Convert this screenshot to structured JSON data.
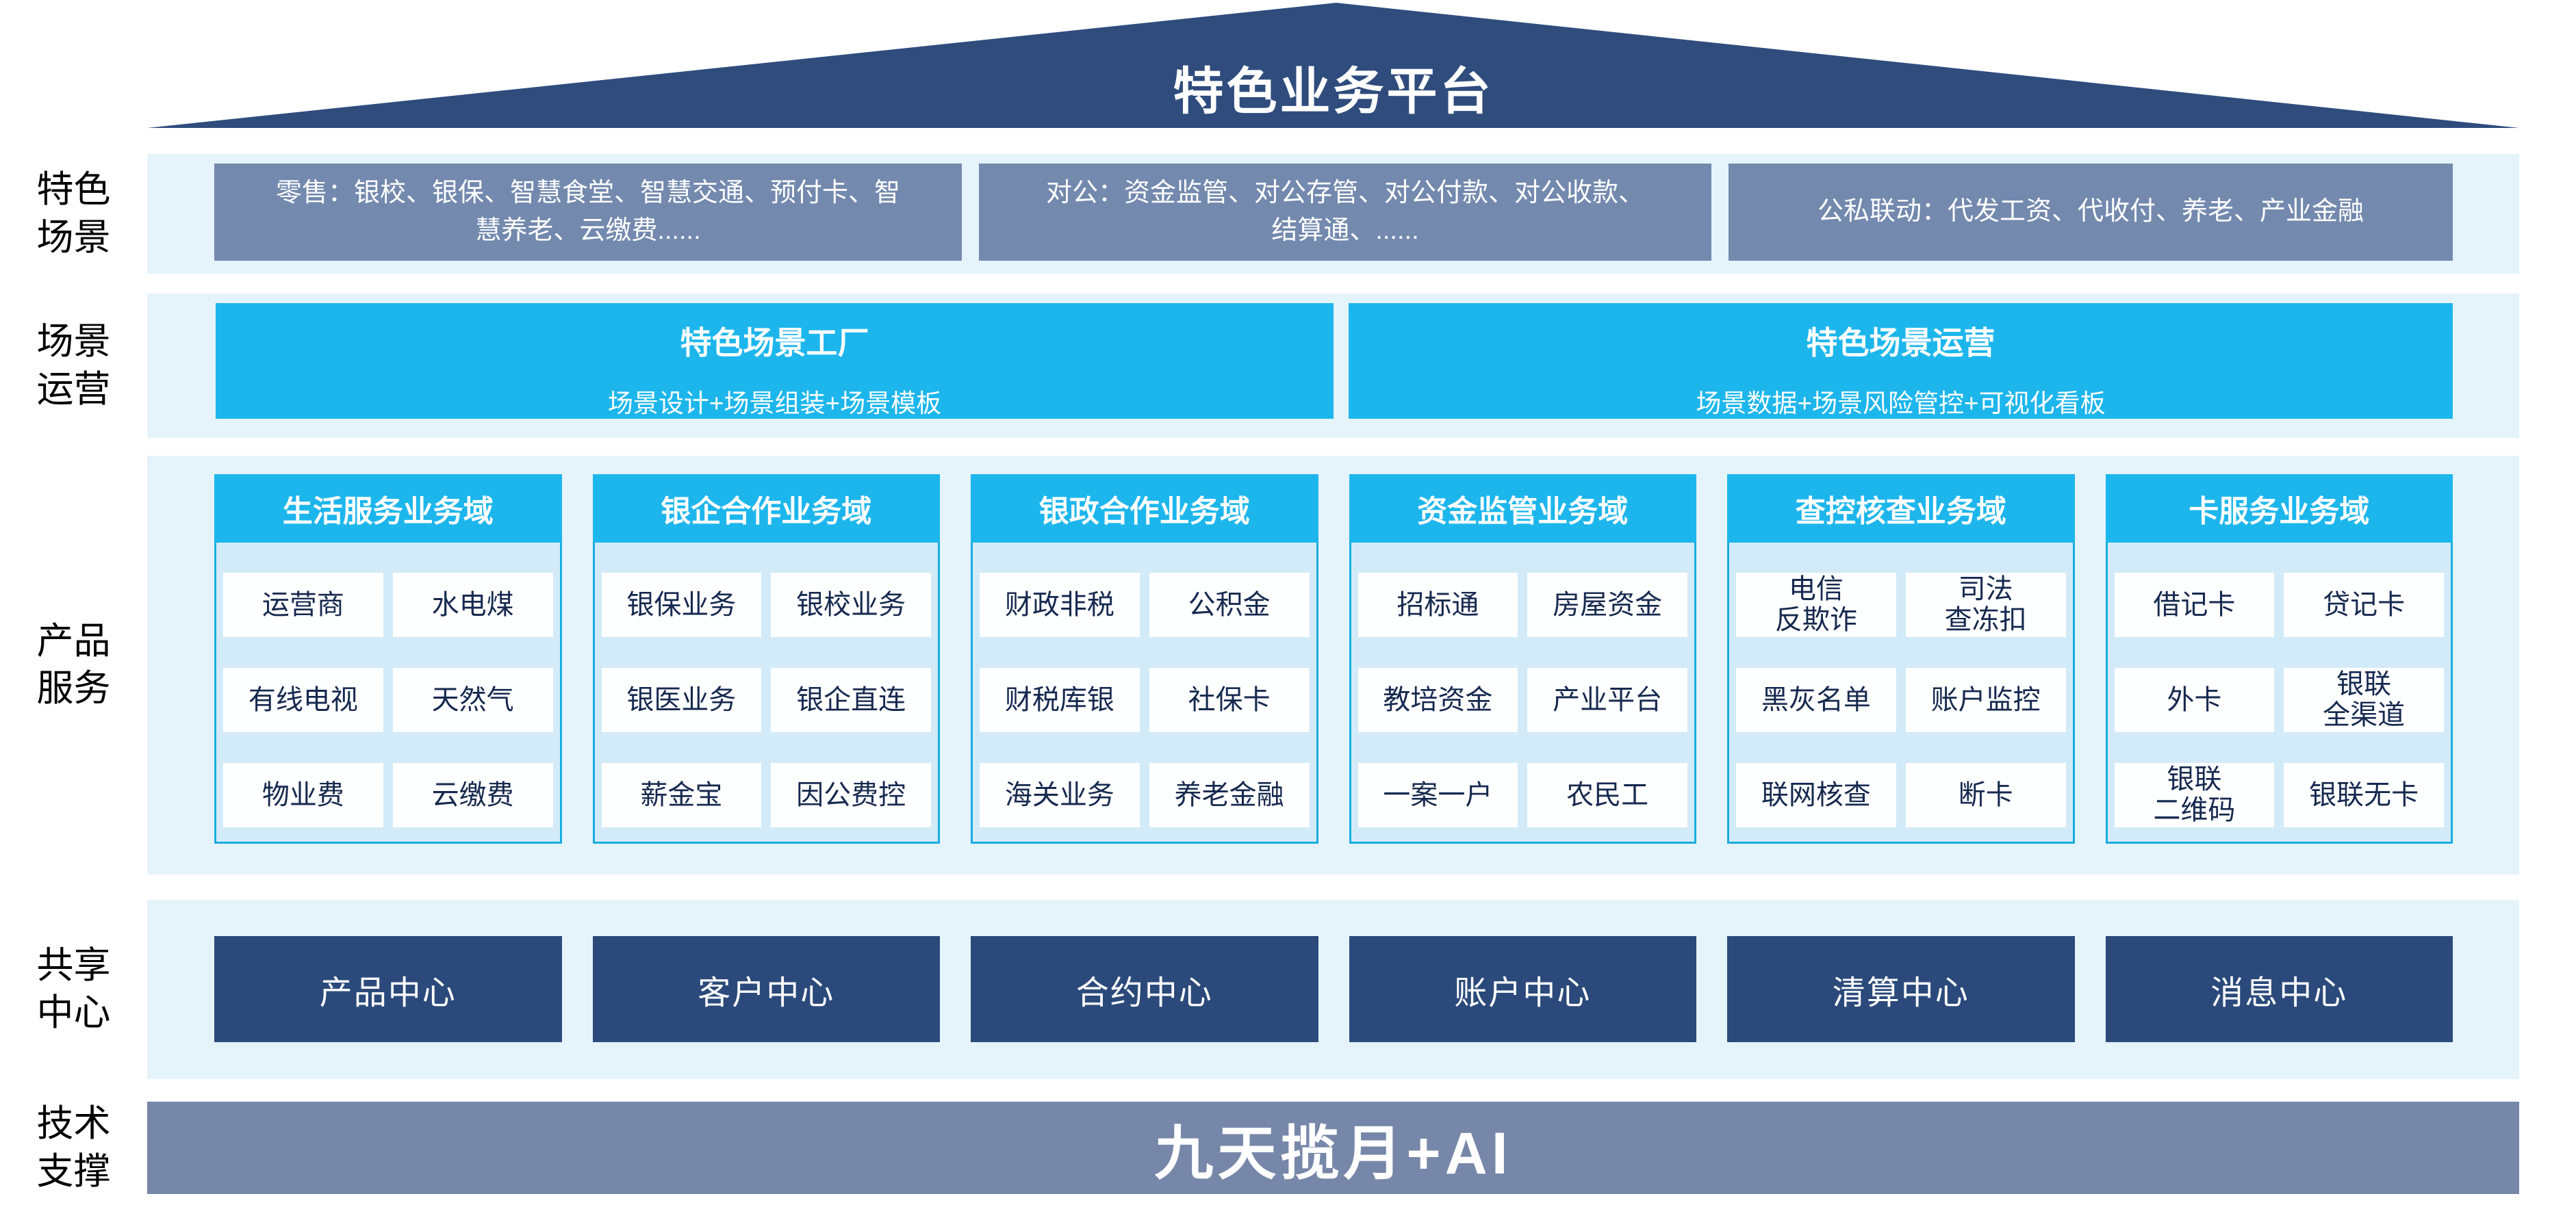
{
  "roof": {
    "title": "特色业务平台"
  },
  "rails": {
    "scenarios": "特色\n场景",
    "operations": "场景\n运营",
    "products": "产品\n服务",
    "shared": "共享\n中心",
    "tech": "技术\n支撑"
  },
  "scenarios": {
    "boxes": [
      "零售：银校、银保、智慧食堂、智慧交通、预付卡、智慧养老、云缴费......",
      "对公：资金监管、对公存管、对公付款、对公收款、结算通、......",
      "公私联动：代发工资、代收付、养老、产业金融"
    ]
  },
  "operations": {
    "boxes": [
      {
        "title": "特色场景工厂",
        "subtitle": "场景设计+场景组装+场景模板"
      },
      {
        "title": "特色场景运营",
        "subtitle": "场景数据+场景风险管控+可视化看板"
      }
    ]
  },
  "products": {
    "columns": [
      {
        "header": "生活服务业务域",
        "cells": [
          "运营商",
          "水电煤",
          "有线电视",
          "天然气",
          "物业费",
          "云缴费"
        ]
      },
      {
        "header": "银企合作业务域",
        "cells": [
          "银保业务",
          "银校业务",
          "银医业务",
          "银企直连",
          "薪金宝",
          "因公费控"
        ]
      },
      {
        "header": "银政合作业务域",
        "cells": [
          "财政非税",
          "公积金",
          "财税库银",
          "社保卡",
          "海关业务",
          "养老金融"
        ]
      },
      {
        "header": "资金监管业务域",
        "cells": [
          "招标通",
          "房屋资金",
          "教培资金",
          "产业平台",
          "一案一户",
          "农民工"
        ]
      },
      {
        "header": "查控核查业务域",
        "cells": [
          "电信\n反欺诈",
          "司法\n查冻扣",
          "黑灰名单",
          "账户监控",
          "联网核查",
          "断卡"
        ]
      },
      {
        "header": "卡服务业务域",
        "cells": [
          "借记卡",
          "贷记卡",
          "外卡",
          "银联\n全渠道",
          "银联\n二维码",
          "银联无卡"
        ]
      }
    ]
  },
  "shared": {
    "boxes": [
      "产品中心",
      "客户中心",
      "合约中心",
      "账户中心",
      "清算中心",
      "消息中心"
    ]
  },
  "tech": {
    "box": "九天揽月+AI"
  },
  "colors": {
    "roof_navy": "#2F4C7D",
    "band_light_blue": "#E5F3FB",
    "scenario_gray_blue": "#7389AE",
    "cyan": "#1DB6EC",
    "column_body_blue": "#D3EBF8",
    "column_border_cyan": "#19ADDF",
    "cell_text_navy": "#16294F",
    "shared_navy": "#2B4A7B",
    "tech_gray_blue": "#7787A9",
    "label_black": "#000000",
    "white": "#FFFFFF"
  }
}
